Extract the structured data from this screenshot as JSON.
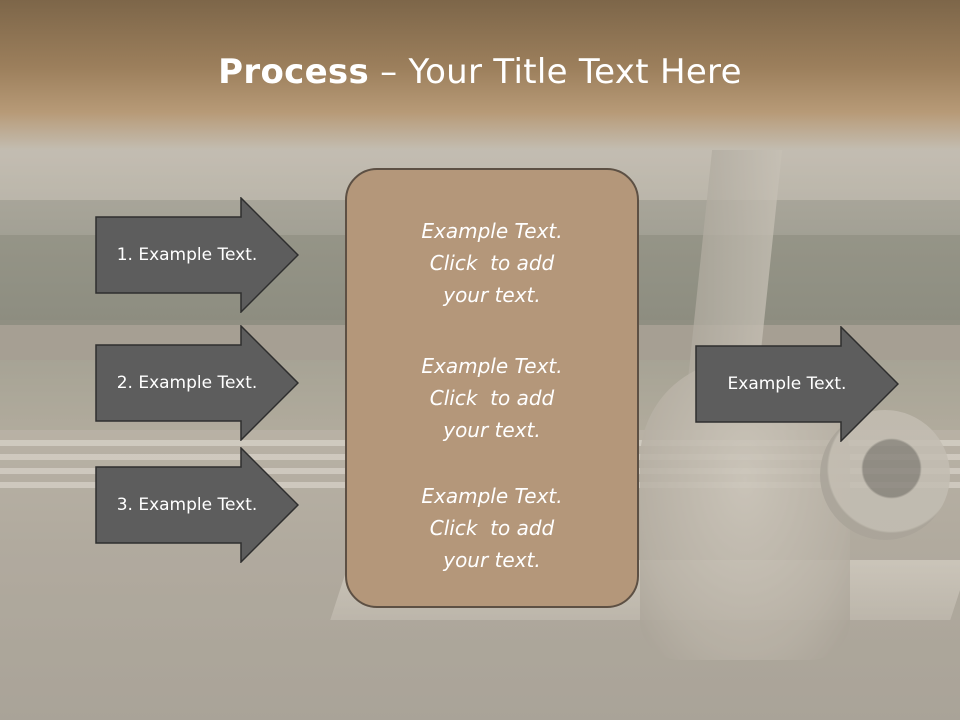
{
  "slide": {
    "title_bold": "Process",
    "title_rest": " – Your Title Text Here"
  },
  "left_arrows": [
    {
      "label": "1. Example Text."
    },
    {
      "label": "2. Example Text."
    },
    {
      "label": "3. Example Text."
    }
  ],
  "center_box": {
    "blocks": [
      {
        "lines": [
          "Example Text.",
          "Click  to add",
          "your text."
        ]
      },
      {
        "lines": [
          "Example Text.",
          "Click  to add",
          "your text."
        ]
      },
      {
        "lines": [
          "Example Text.",
          "Click  to add",
          "your text."
        ]
      }
    ]
  },
  "right_arrow": {
    "label": "Example Text."
  },
  "colors": {
    "arrow_fill": "#5d5d5d",
    "box_fill": "#b4977a",
    "title_band": "#8e7352"
  }
}
